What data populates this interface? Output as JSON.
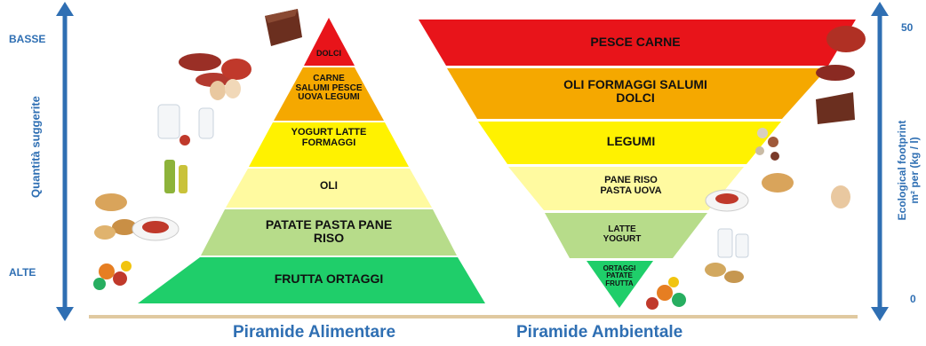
{
  "left_axis": {
    "top_label": "BASSE",
    "bottom_label": "ALTE",
    "title": "Quantità suggerite"
  },
  "right_axis": {
    "top_value": "50",
    "bottom_value": "0",
    "title_line1": "Ecological footprint",
    "title_line2": "m² per (kg / l)"
  },
  "food_pyramid": {
    "caption": "Piramide Alimentare",
    "tiers": [
      {
        "text": "DOLCI",
        "color": "#e8141a"
      },
      {
        "text": "CARNE\nSALUMI PESCE\nUOVA LEGUMI",
        "color": "#f5a800"
      },
      {
        "text": "YOGURT   LATTE\nFORMAGGI",
        "color": "#fff200"
      },
      {
        "text": "OLI",
        "color": "#fffaa0"
      },
      {
        "text": "PATATE   PASTA   PANE\nRISO",
        "color": "#b7dc8a"
      },
      {
        "text": "FRUTTA        ORTAGGI",
        "color": "#1fce6a"
      }
    ]
  },
  "environmental_pyramid": {
    "caption": "Piramide Ambientale",
    "tiers": [
      {
        "text": "PESCE     CARNE",
        "color": "#e8141a"
      },
      {
        "text": "OLI  FORMAGGI  SALUMI\nDOLCI",
        "color": "#f5a800"
      },
      {
        "text": "LEGUMI",
        "color": "#fff200"
      },
      {
        "text": "PANE   RISO\nPASTA UOVA",
        "color": "#fffaa0"
      },
      {
        "text": "LATTE\nYOGURT",
        "color": "#b7dc8a"
      },
      {
        "text": "ORTAGGI\nPATATE\nFRUTTA",
        "color": "#1fce6a"
      }
    ]
  },
  "colors": {
    "axis_blue": "#2f6fb3",
    "baseline": "#e0c9a0"
  },
  "decorations": [
    "cake-slice-image",
    "salami-image",
    "steak-image",
    "eggs-image",
    "milk-bottles-image",
    "olive-oil-bottles-image",
    "bread-image",
    "pasta-plate-image",
    "fruit-vegetables-image",
    "beans-image",
    "potatoes-image"
  ]
}
